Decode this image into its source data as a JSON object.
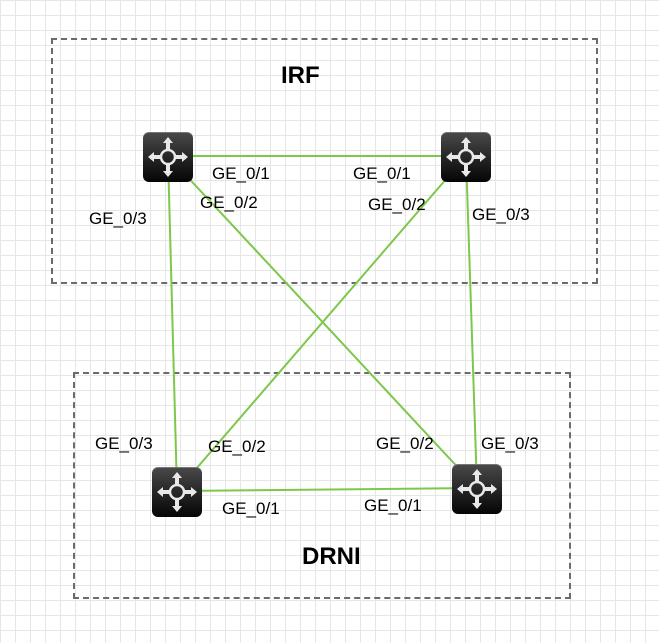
{
  "groups": {
    "irf": {
      "title": "IRF"
    },
    "drni": {
      "title": "DRNI"
    }
  },
  "colors": {
    "link": "#7dc74a",
    "box_border": "#6b6b6b",
    "switch_body": "#1a1a1a",
    "switch_icon": "#e8e8e8"
  },
  "switches": [
    {
      "id": "irf-left",
      "icon": "router-switch-icon"
    },
    {
      "id": "irf-right",
      "icon": "router-switch-icon"
    },
    {
      "id": "drni-left",
      "icon": "router-switch-icon"
    },
    {
      "id": "drni-right",
      "icon": "router-switch-icon"
    }
  ],
  "links": [
    {
      "from": "irf-left",
      "to": "irf-right"
    },
    {
      "from": "irf-left",
      "to": "drni-left"
    },
    {
      "from": "irf-left",
      "to": "drni-right"
    },
    {
      "from": "irf-right",
      "to": "drni-left"
    },
    {
      "from": "irf-right",
      "to": "drni-right"
    },
    {
      "from": "drni-left",
      "to": "drni-right"
    }
  ],
  "ports": {
    "irf_left_ge01": "GE_0/1",
    "irf_right_ge01": "GE_0/1",
    "irf_left_ge02": "GE_0/2",
    "irf_right_ge02": "GE_0/2",
    "irf_left_ge03": "GE_0/3",
    "irf_right_ge03": "GE_0/3",
    "drni_left_ge03": "GE_0/3",
    "drni_left_ge02": "GE_0/2",
    "drni_right_ge02": "GE_0/2",
    "drni_right_ge03": "GE_0/3",
    "drni_left_ge01": "GE_0/1",
    "drni_right_ge01": "GE_0/1"
  }
}
